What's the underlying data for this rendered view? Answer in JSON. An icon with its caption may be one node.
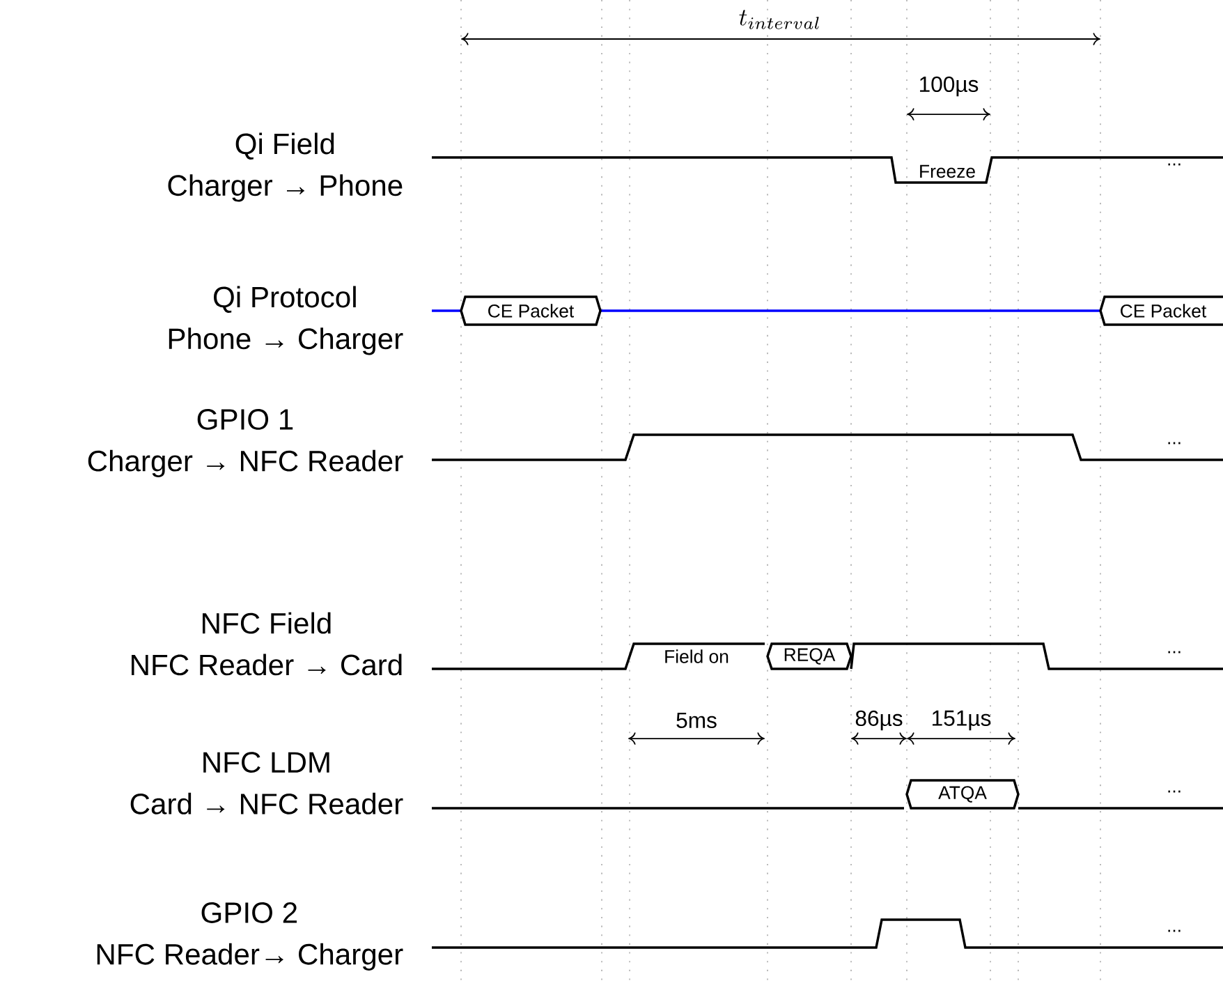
{
  "diagram": {
    "labels": [
      "t_{interval}",
      "100µs",
      "Qi Field",
      "Charger → Phone",
      "Freeze",
      "...",
      "Qi Protocol",
      "Phone → Charger",
      "CE Packet",
      "CE Packet",
      "GPIO 1",
      "Charger → NFC Reader",
      "...",
      "NFC Field",
      "NFC Reader → Card",
      "Field on",
      "REQA",
      "...",
      "5ms",
      "86µs",
      "151µs",
      "NFC LDM",
      "Card → NFC Reader",
      "ATQA",
      "...",
      "GPIO 2",
      "NFC Reader→ Charger",
      "..."
    ]
  }
}
